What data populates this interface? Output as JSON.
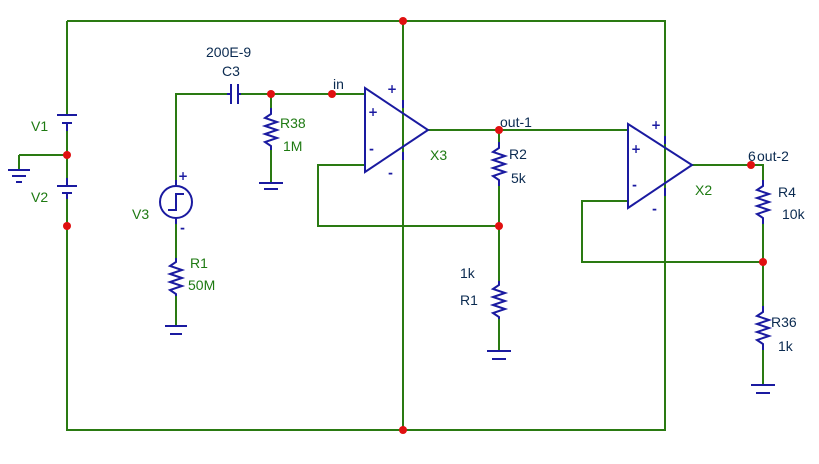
{
  "labels": {
    "v1": "V1",
    "v2": "V2",
    "v3": "V3",
    "c3_value": "200E-9",
    "c3_name": "C3",
    "r38_name": "R38",
    "r38_value": "1M",
    "r1a_name": "R1",
    "r1a_value": "50M",
    "x3": "X3",
    "r2_name": "R2",
    "r2_value": "5k",
    "r1b_value": "1k",
    "r1b_name": "R1",
    "x2": "X2",
    "r4_name": "R4",
    "r4_value": "10k",
    "r36_name": "R36",
    "r36_value": "1k",
    "net_in": "in",
    "net_out1": "out-1",
    "net_out2": "out-2",
    "out2_prefix": "6"
  },
  "signs": {
    "plus": "+",
    "minus": "-"
  },
  "colors": {
    "wire": "#2a7a12",
    "component": "#1a1aa0",
    "junction": "#e01010",
    "label_green": "#1e7a12",
    "label_dark": "#0a2a50"
  }
}
